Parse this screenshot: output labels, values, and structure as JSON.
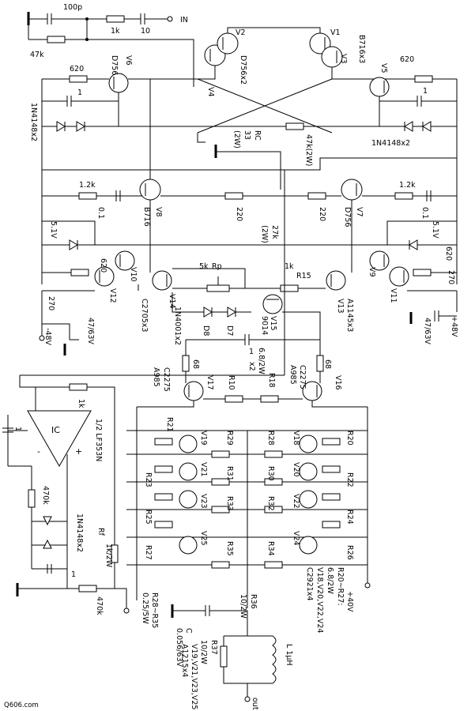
{
  "input": {
    "c_in": "100p",
    "r_in1": "1k",
    "c_in2": "10",
    "label": "IN",
    "r_in2": "47k"
  },
  "vas": {
    "v2": "V2",
    "v1": "V1",
    "v2_type": "D756x2",
    "v1_type": "B716x3",
    "v4": "V4",
    "v3": "V3",
    "v6": "V6",
    "v6_type": "D756",
    "v5": "V5",
    "r620_l": "620",
    "r620_r": "620",
    "c1_l": "1",
    "c1_r": "1",
    "diodes_l": "1N4148x2",
    "diodes_r": "1N4148x2",
    "rc": "RC",
    "rc_val": "33",
    "rc_w": "(2W)",
    "r47k2w": "47k(2W)"
  },
  "driver": {
    "r12k_l": "1.2k",
    "c01_l": "0.1",
    "v8": "V8",
    "v8_type": "B716",
    "r220_a": "220",
    "r220_b": "220",
    "v7": "V7",
    "v7_type": "D756",
    "r12k_r": "1.2k",
    "c01_r": "0.1",
    "z51_l": "5.1V",
    "z51_r": "5.1V",
    "r27k": "27k",
    "r27k_w": "(2W)",
    "r620_l": "620",
    "r620_r": "620",
    "v10": "V10",
    "v9": "V9",
    "v12": "V12",
    "v14": "V14",
    "v13": "V13",
    "v11": "V11",
    "rp": "Rp",
    "rp_val": "5k",
    "r15": "R15",
    "r15_val": "1k",
    "r270_l": "270",
    "r270_r": "270",
    "c2705": "C2705x3",
    "a1145": "A1145x3",
    "rail_neg": "-48V",
    "rail_pos": "+48V",
    "cap47_l": "47/63V",
    "cap47_r": "47/63V",
    "d8": "D8",
    "d7": "D7",
    "d_type": "1N4001x2",
    "v15": "V15",
    "v15_type": "9014",
    "c1": "1"
  },
  "output": {
    "r68_l": "68",
    "r68_r": "68",
    "c2275_l": "C2275",
    "a985_l": "A985",
    "v17": "V17",
    "v16": "V16",
    "c2275_r": "C2275",
    "a985_r": "A985",
    "r10": "R10",
    "r18": "R18",
    "r_val": "6.8/2W",
    "r_x2": "x2",
    "v19": "V19",
    "v18": "V18",
    "v21": "V21",
    "v20": "V20",
    "v23": "V23",
    "v22": "V22",
    "v25": "V25",
    "v24": "V24",
    "r21": "R21",
    "r20": "R20",
    "r23": "R23",
    "r22": "R22",
    "r25": "R25",
    "r24": "R24",
    "r27": "R27",
    "r26": "R26",
    "r29": "R29",
    "r28": "R28",
    "r31": "R31",
    "r30": "R30",
    "r33": "R33",
    "r32": "R32",
    "r35": "R35",
    "r34": "R34",
    "rail_pos": "+40V",
    "note1": "R20~R27:",
    "note2": "6.8/2W",
    "note3": "V18,V20,V22,V24",
    "note4": "C2921x4",
    "note5": "R28~R35",
    "note6": "0.25/5W",
    "r36": "R36",
    "r36_val": "10/2W",
    "c_lbl": "C",
    "c_val": "0.056/63V",
    "r37": "R37",
    "r37_val": "10/2W",
    "l_lbl": "L 1μH",
    "npn_list": "V19,V21,V23,V25",
    "npn_type": "A1215x4",
    "out": "out"
  },
  "opamp": {
    "c1": "1",
    "r1k": "1k",
    "ic": "IC",
    "ic_type": "1/2 LF353N",
    "minus": "-",
    "plus": "+",
    "r470k_a": "470k",
    "diodes": "1N4148x2",
    "rf": "Rf",
    "rf_val": "1k/2W",
    "r470k_b": "470k",
    "c1b": "1"
  },
  "watermark": "Q606.com"
}
